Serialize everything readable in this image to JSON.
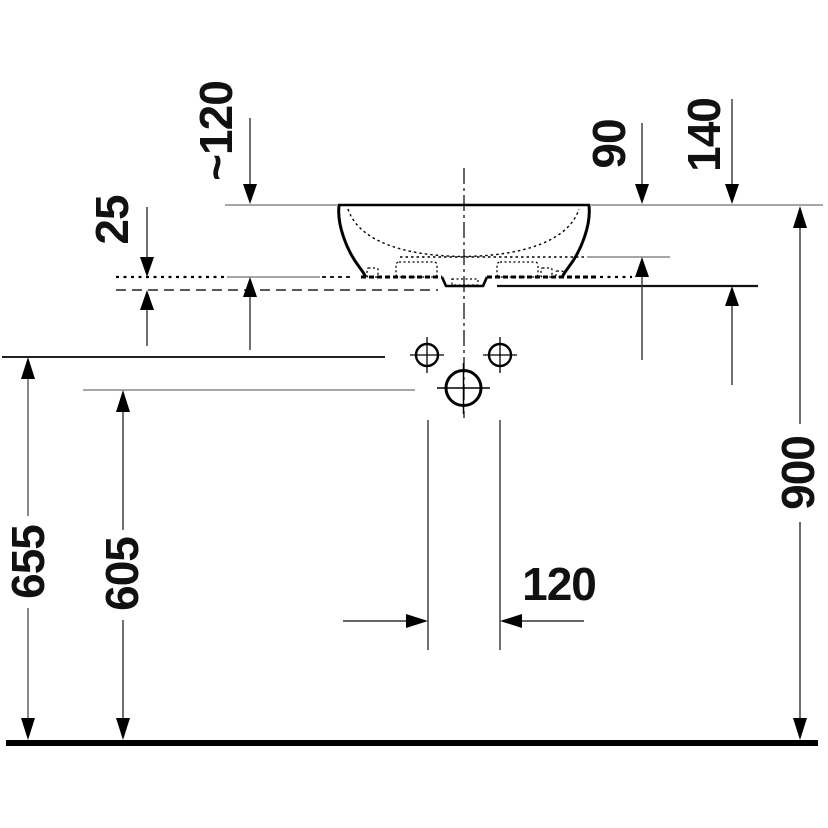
{
  "drawing": {
    "kind": "washbasin installation dimension drawing",
    "view": "front elevation with countertop, basin cross-section, faucet/drain holes and floor line"
  },
  "labels": {
    "height_above_counter": "~120",
    "counter_thickness": "25",
    "rim_to_inner_bottom": "90",
    "rim_to_drain_bottom": "140",
    "rim_height_above_floor": "900",
    "small_holes_height": "655",
    "large_hole_height": "605",
    "hole_spacing": "120"
  },
  "colors": {
    "background": "#ffffff",
    "object_line": "#000000",
    "thin_reference_line": "#888888",
    "dimension_line": "#333333",
    "text": "#111111"
  }
}
